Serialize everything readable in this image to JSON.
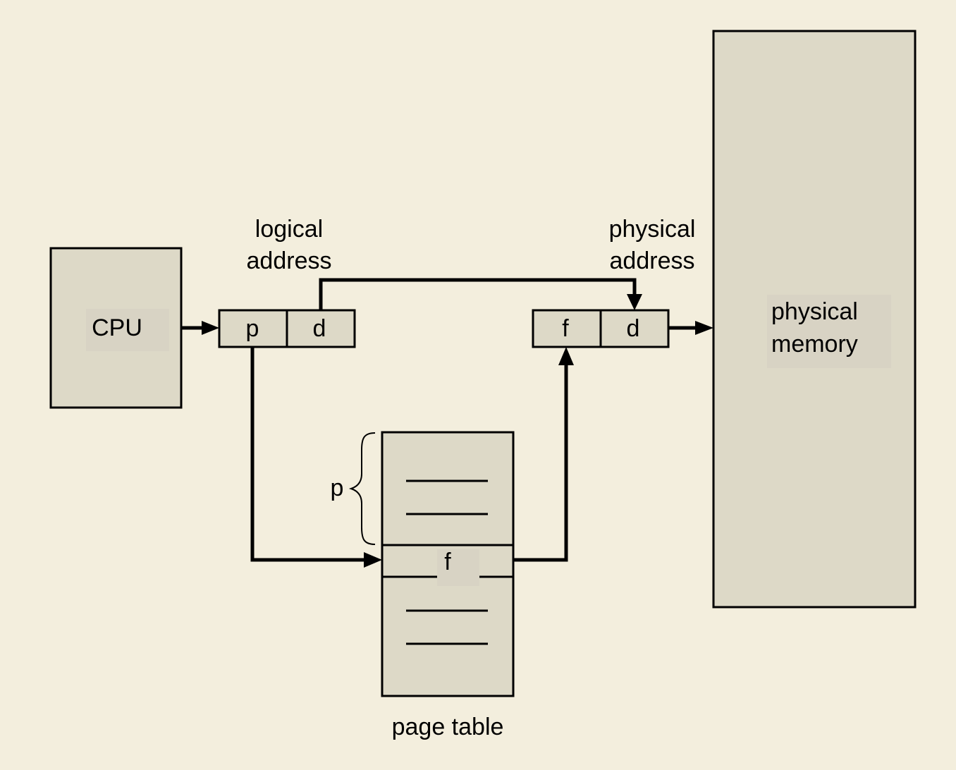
{
  "cpu": {
    "label": "CPU"
  },
  "logical_address": {
    "caption_line1": "logical",
    "caption_line2": "address",
    "field_page": "p",
    "field_offset": "d"
  },
  "physical_address": {
    "caption_line1": "physical",
    "caption_line2": "address",
    "field_frame": "f",
    "field_offset": "d"
  },
  "physical_memory": {
    "label_line1": "physical",
    "label_line2": "memory"
  },
  "page_table": {
    "caption": "page table",
    "index_label": "p",
    "selected_entry": "f"
  },
  "colors": {
    "background": "#f3eedd",
    "box_fill": "#ddd9c7",
    "stroke": "#000000"
  }
}
